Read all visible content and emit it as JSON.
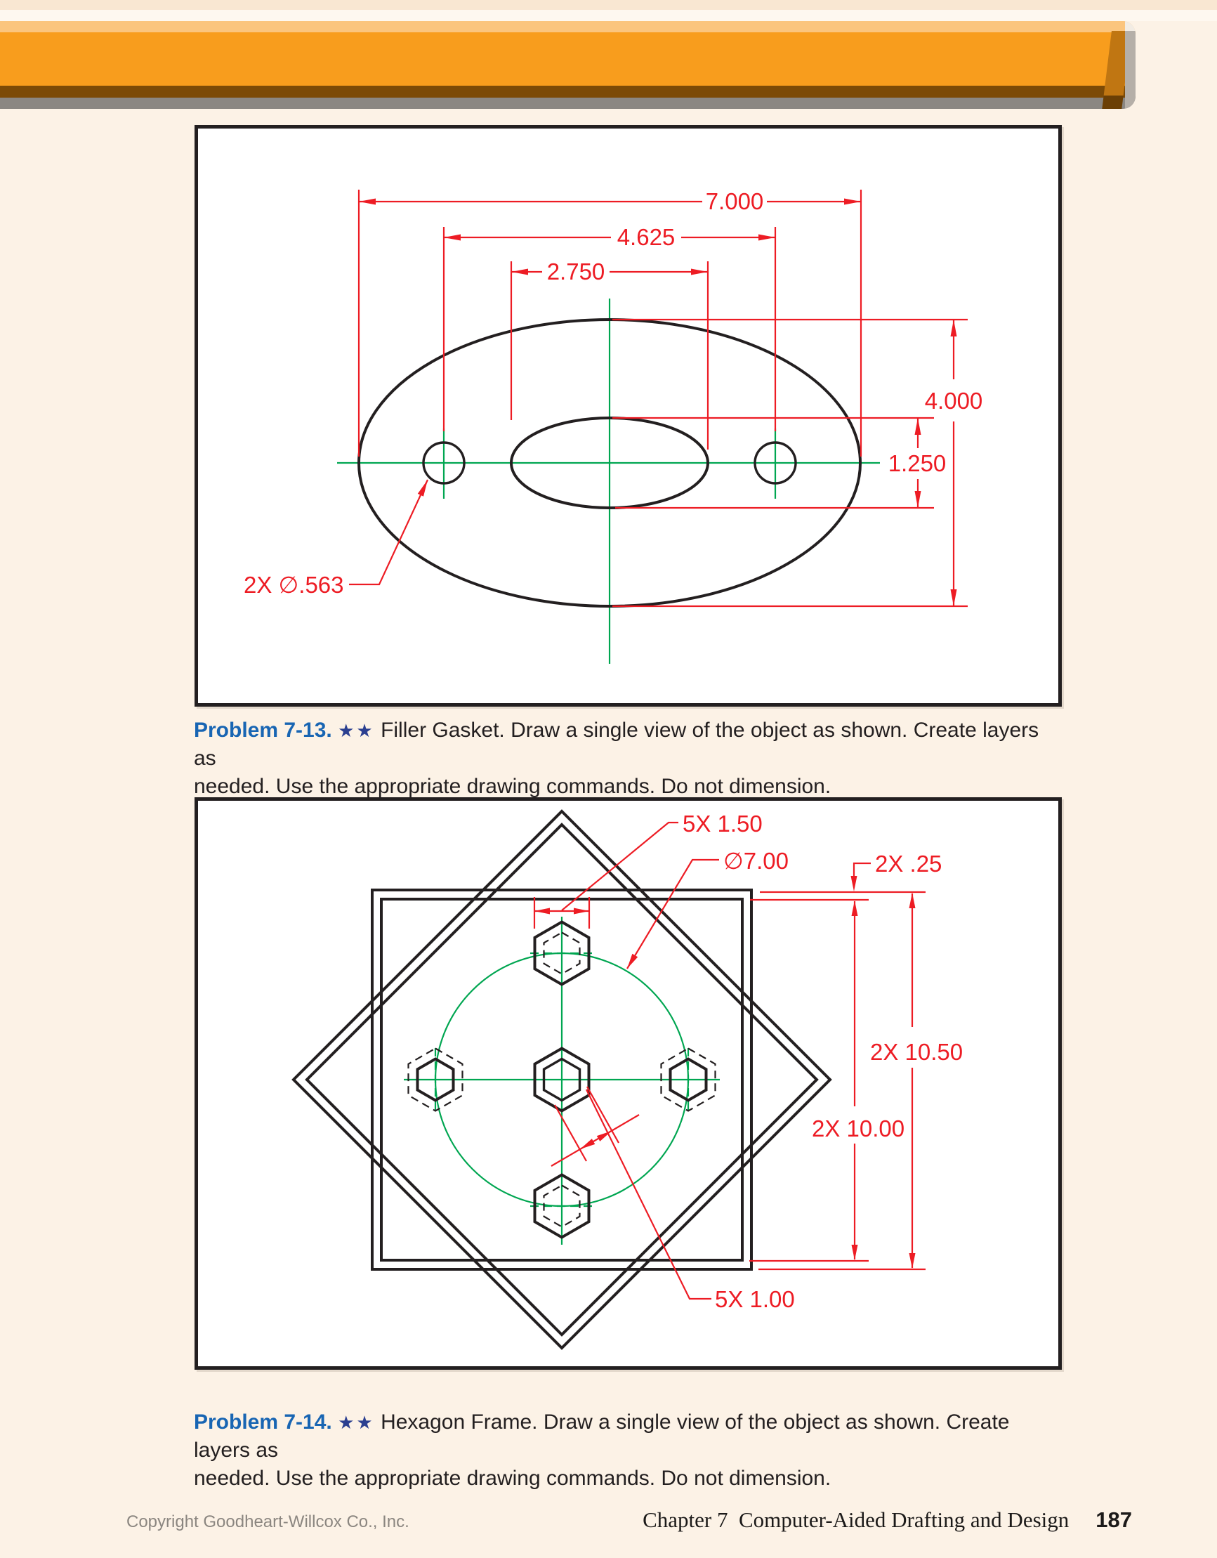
{
  "figure1": {
    "name": "Filler Gasket drawing",
    "dims": {
      "overall_width": "7.000",
      "hole_spacing": "4.625",
      "slot_width": "2.750",
      "overall_height": "4.000",
      "slot_height": "1.250",
      "hole_callout": "2X ∅.563"
    },
    "caption": {
      "problem": "Problem 7-13.",
      "stars": "★★",
      "line1": "Filler Gasket. Draw a single view of the object as shown. Create layers as",
      "line2": "needed. Use the appropriate drawing commands. Do not dimension."
    }
  },
  "figure2": {
    "name": "Hexagon Frame drawing",
    "dims": {
      "hex_large": "5X 1.50",
      "bolt_circle": "∅7.00",
      "wall_thickness": "2X .25",
      "outer_size": "2X 10.50",
      "inner_size": "2X 10.00",
      "hex_small": "5X 1.00"
    },
    "caption": {
      "problem": "Problem 7-14.",
      "stars": "★★",
      "line1": "Hexagon Frame. Draw a single view of the object as shown. Create layers as",
      "line2": "needed. Use the appropriate drawing commands. Do not dimension."
    }
  },
  "footer": {
    "copyright": "Copyright Goodheart-Willcox Co., Inc.",
    "chapter": "Chapter 7  Computer-Aided Drafting and Design",
    "page_number": "187"
  },
  "colors": {
    "dimension_red": "#ed1c24",
    "centerline_green": "#00a651",
    "object_black": "#231f20",
    "problem_blue": "#1865b3",
    "header_orange": "#f89d1d"
  }
}
